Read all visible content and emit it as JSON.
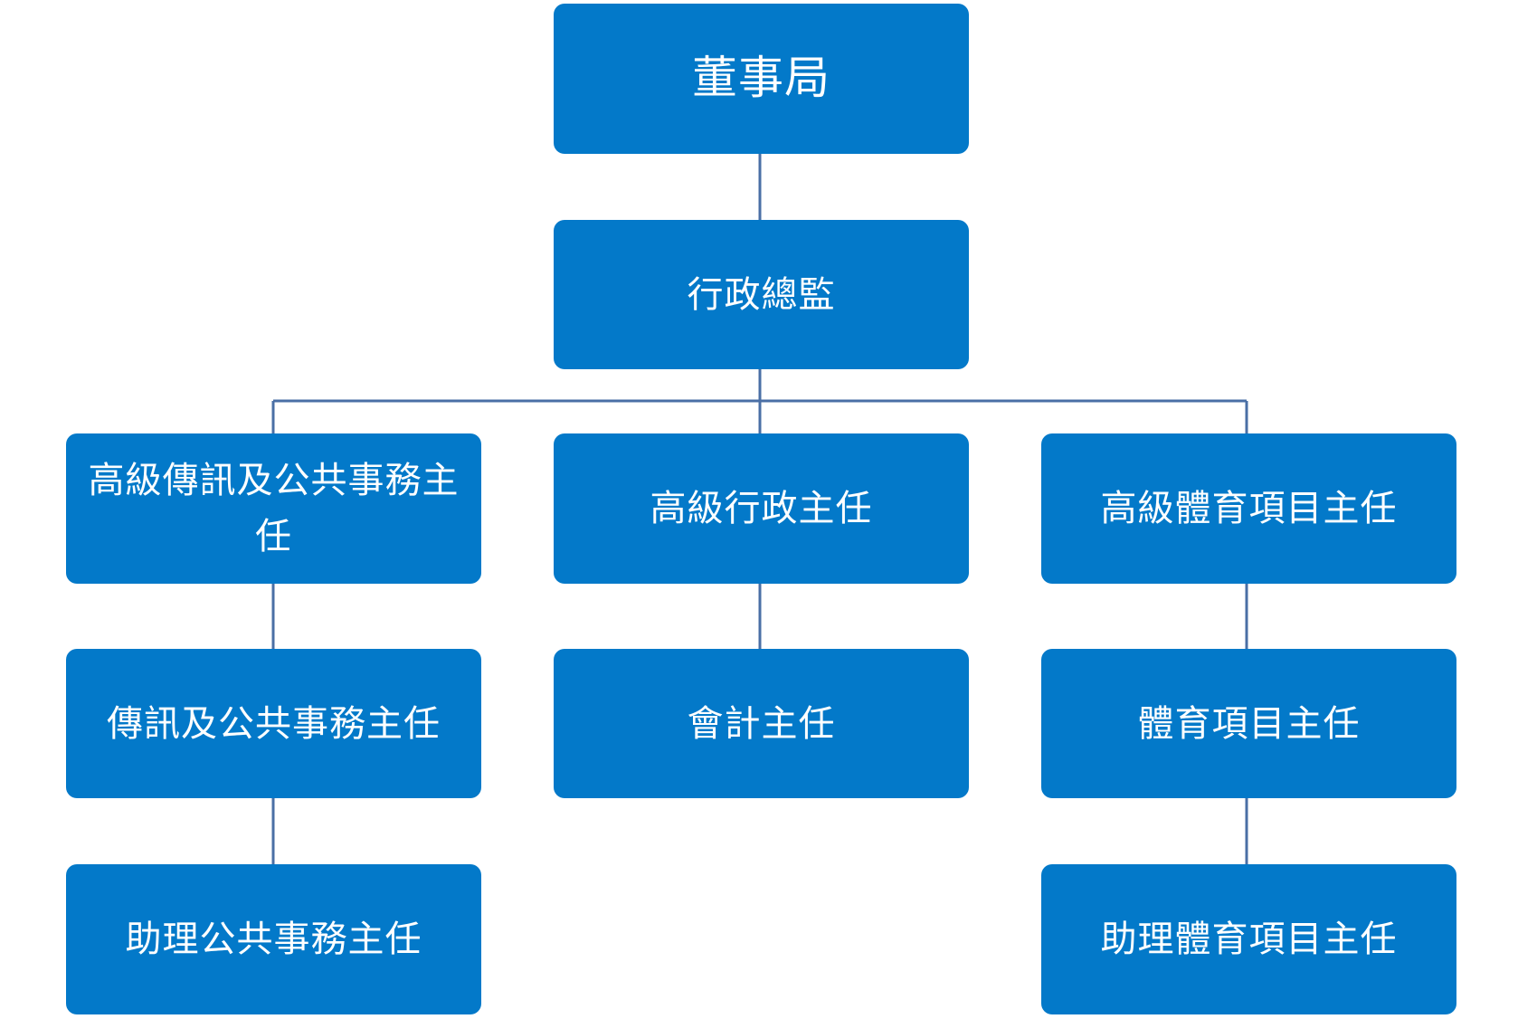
{
  "org_chart": {
    "board": "董事局",
    "executive_director": "行政總監",
    "senior_comms_officer": "高級傳訊及公共事務主任",
    "senior_admin_officer": "高級行政主任",
    "senior_sports_officer": "高級體育項目主任",
    "comms_officer": "傳訊及公共事務主任",
    "accounting_officer": "會計主任",
    "sports_officer": "體育項目主任",
    "assistant_public_affairs_officer": "助理公共事務主任",
    "assistant_sports_officer": "助理體育項目主任"
  },
  "colors": {
    "box_fill": "#0379c9",
    "connector": "#4a6fa5",
    "text": "#ffffff"
  }
}
